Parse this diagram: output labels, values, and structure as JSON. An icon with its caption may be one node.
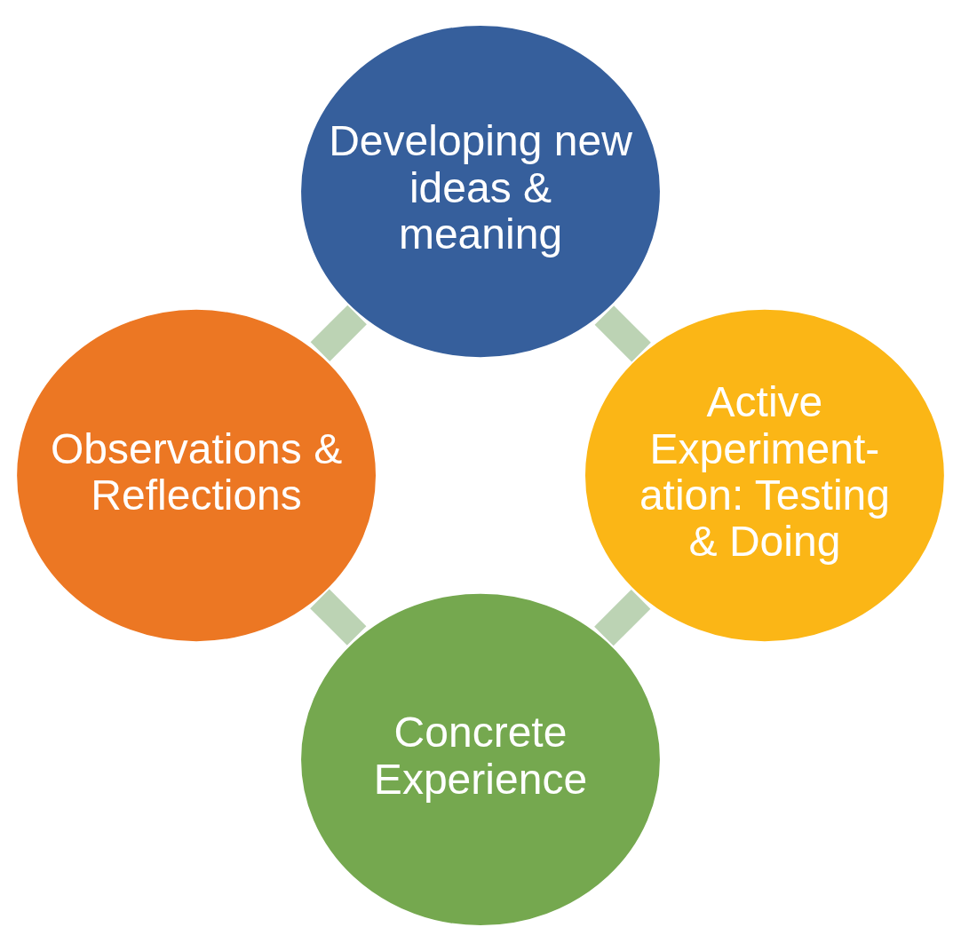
{
  "diagram": {
    "nodes": [
      {
        "text": [
          "Concrete Experience"
        ]
      },
      {
        "text": [
          "Observations & Reflections"
        ]
      },
      {
        "text": [
          "Developing new ideas & meaning"
        ]
      },
      {
        "text": [
          "Active Experiment- ation: Testing & Doing"
        ]
      }
    ],
    "edges": [
      {
        "from": 0,
        "to": 1,
        "arrow": "none"
      },
      {
        "from": 1,
        "to": 2,
        "arrow": "none"
      },
      {
        "from": 2,
        "to": 3,
        "arrow": "none"
      },
      {
        "from": 3,
        "to": 0,
        "arrow": "none"
      }
    ]
  }
}
